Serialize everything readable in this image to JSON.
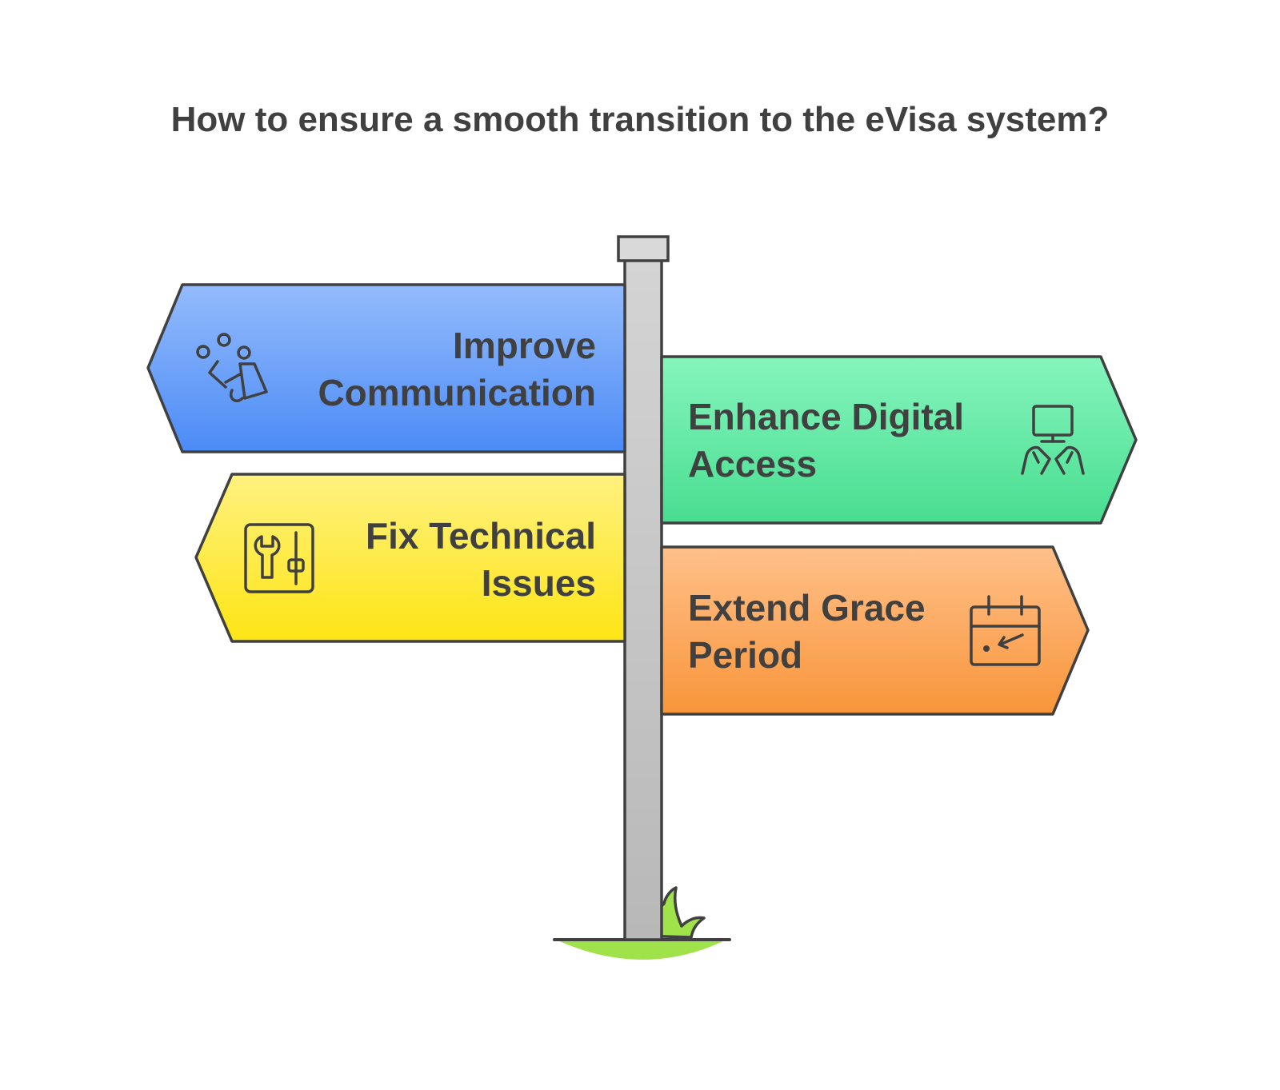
{
  "title": "How to ensure a smooth transition to the eVisa system?",
  "signs": [
    {
      "id": "improve-communication",
      "lines": [
        "Improve",
        "Communication"
      ],
      "icon": "megaphone-icon",
      "direction": "left",
      "colors": {
        "top": "#94BBFC",
        "bottom": "#4B8BF6"
      }
    },
    {
      "id": "enhance-digital-access",
      "lines": [
        "Enhance Digital",
        "Access"
      ],
      "icon": "computer-hands-icon",
      "direction": "right",
      "colors": {
        "top": "#86F5BD",
        "bottom": "#48DD90"
      }
    },
    {
      "id": "fix-technical-issues",
      "lines": [
        "Fix Technical",
        "Issues"
      ],
      "icon": "tools-icon",
      "direction": "left",
      "colors": {
        "top": "#FFF180",
        "bottom": "#FDE514"
      }
    },
    {
      "id": "extend-grace-period",
      "lines": [
        "Extend Grace",
        "Period"
      ],
      "icon": "calendar-icon",
      "direction": "right",
      "colors": {
        "top": "#FFC08A",
        "bottom": "#F8953A"
      }
    }
  ],
  "colors": {
    "pole": "#C9C9C9",
    "outline": "#404040",
    "grass": "#9FE24A",
    "text": "#404040"
  }
}
